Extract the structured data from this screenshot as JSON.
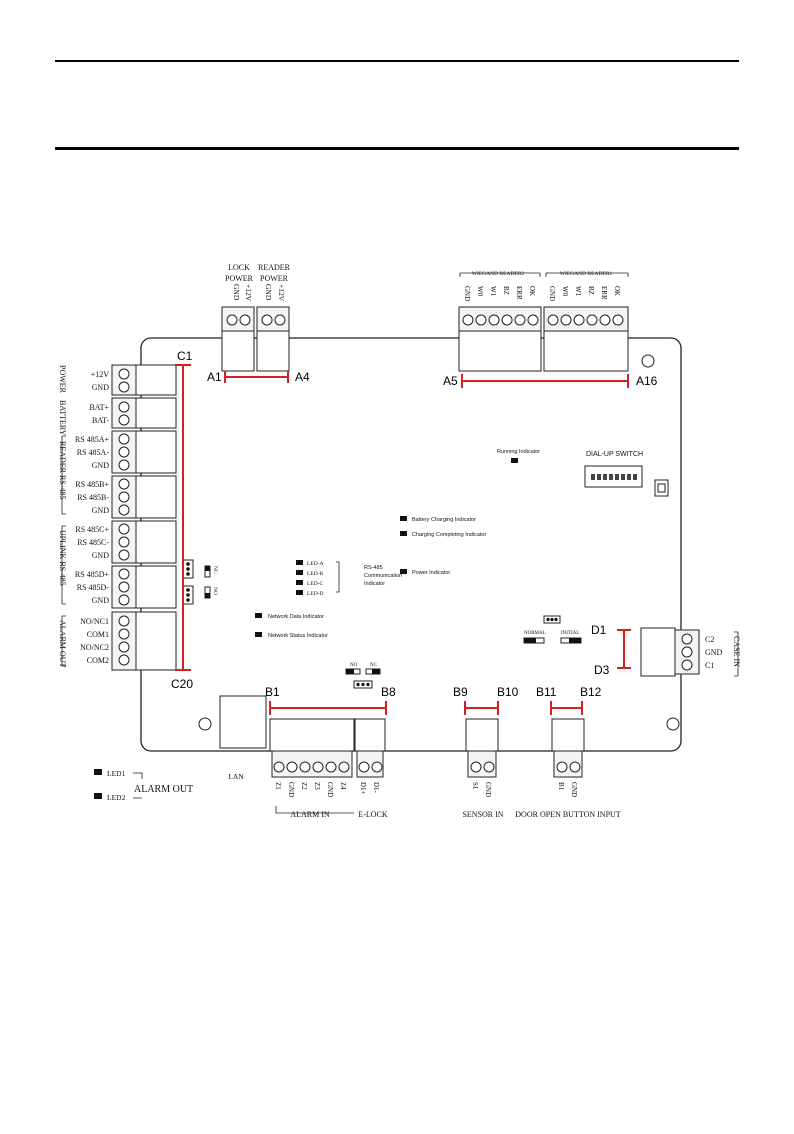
{
  "board": {
    "top_connectors": {
      "lock_power": {
        "title_line1": "LOCK",
        "title_line2": "POWER",
        "pins": [
          "GND",
          "+12V"
        ]
      },
      "reader_power": {
        "title_line1": "READER",
        "title_line2": "POWER",
        "pins": [
          "GND",
          "+12V"
        ]
      },
      "wiegand2": {
        "title": "WIEGAND READER2",
        "pins": [
          "GND",
          "W0",
          "W1",
          "BZ",
          "ERR",
          "OK"
        ]
      },
      "wiegand1": {
        "title": "WIEGAND READER1",
        "pins": [
          "GND",
          "W0",
          "W1",
          "BZ",
          "ERR",
          "OK"
        ]
      }
    },
    "left_groups": [
      {
        "title": "POWER",
        "pins": [
          "+12V",
          "GND"
        ]
      },
      {
        "title": "BATTERY",
        "pins": [
          "BAT+",
          "BAT-"
        ]
      },
      {
        "title": "READER RS-485",
        "pins": [
          "RS 485A+",
          "RS 485A-",
          "GND"
        ]
      },
      {
        "title": "READER RS-485",
        "pins": [
          "RS 485B+",
          "RS 485B-",
          "GND"
        ]
      },
      {
        "title": "UPLINK RS-485",
        "pins": [
          "RS 485C+",
          "RS 485C-",
          "GND"
        ]
      },
      {
        "title": "UPLINK RS-485",
        "pins": [
          "RS 485D+",
          "RS 485D-",
          "GND"
        ]
      },
      {
        "title": "ALARM OUT",
        "pins": [
          "NO/NC1",
          "COM1",
          "NO/NC2",
          "COM2"
        ]
      }
    ],
    "right_group": {
      "title": "CASE IN",
      "pins": [
        "C2",
        "GND",
        "C1"
      ]
    },
    "bottom_groups": [
      {
        "title": "ALARM IN",
        "pins": [
          "Z1",
          "GND",
          "Z2",
          "Z3",
          "GND",
          "Z4"
        ]
      },
      {
        "title": "E-LOCK",
        "pins": [
          "D1+",
          "D1-"
        ]
      },
      {
        "title": "SENSOR IN",
        "pins": [
          "S1",
          "GND"
        ]
      },
      {
        "title": "DOOR OPEN BUTTON INPUT",
        "pins": [
          "B1",
          "GND"
        ]
      }
    ],
    "lan_label": "LAN",
    "alarm_out_leds": {
      "led1": "LED1",
      "led2": "LED2",
      "title": "ALARM OUT"
    },
    "dial_up_switch": "DIAL-UP SWITCH",
    "indicators": {
      "running": "Running Indicator",
      "battery_charging": "Battery Charging Indicator",
      "charging_completing": "Charging Completing Indicator",
      "power": "Power Indicator",
      "network_data": "Network Data Indicator",
      "network_status": "Network Status Indicator",
      "rs485_line1": "RS-485",
      "rs485_line2": "Communication",
      "rs485_line3": "Indicator",
      "led_a": "LED-A",
      "led_b": "LED-B",
      "led_c": "LED-C",
      "led_d": "LED-D"
    },
    "jumpers": {
      "nc": "NC",
      "no": "NO",
      "normal": "NORMAL",
      "initial": "INITIAL",
      "no2": "NO",
      "nc2": "NC"
    }
  },
  "callouts": {
    "a1": "A1",
    "a4": "A4",
    "a5": "A5",
    "a16": "A16",
    "c1": "C1",
    "c20": "C20",
    "d1": "D1",
    "d3": "D3",
    "b1": "B1",
    "b8": "B8",
    "b9": "B9",
    "b10": "B10",
    "b11": "B11",
    "b12": "B12"
  },
  "colors": {
    "callout_red": "#d42020",
    "board_outline": "#222222",
    "connector_gray": "#f4f4f4"
  }
}
